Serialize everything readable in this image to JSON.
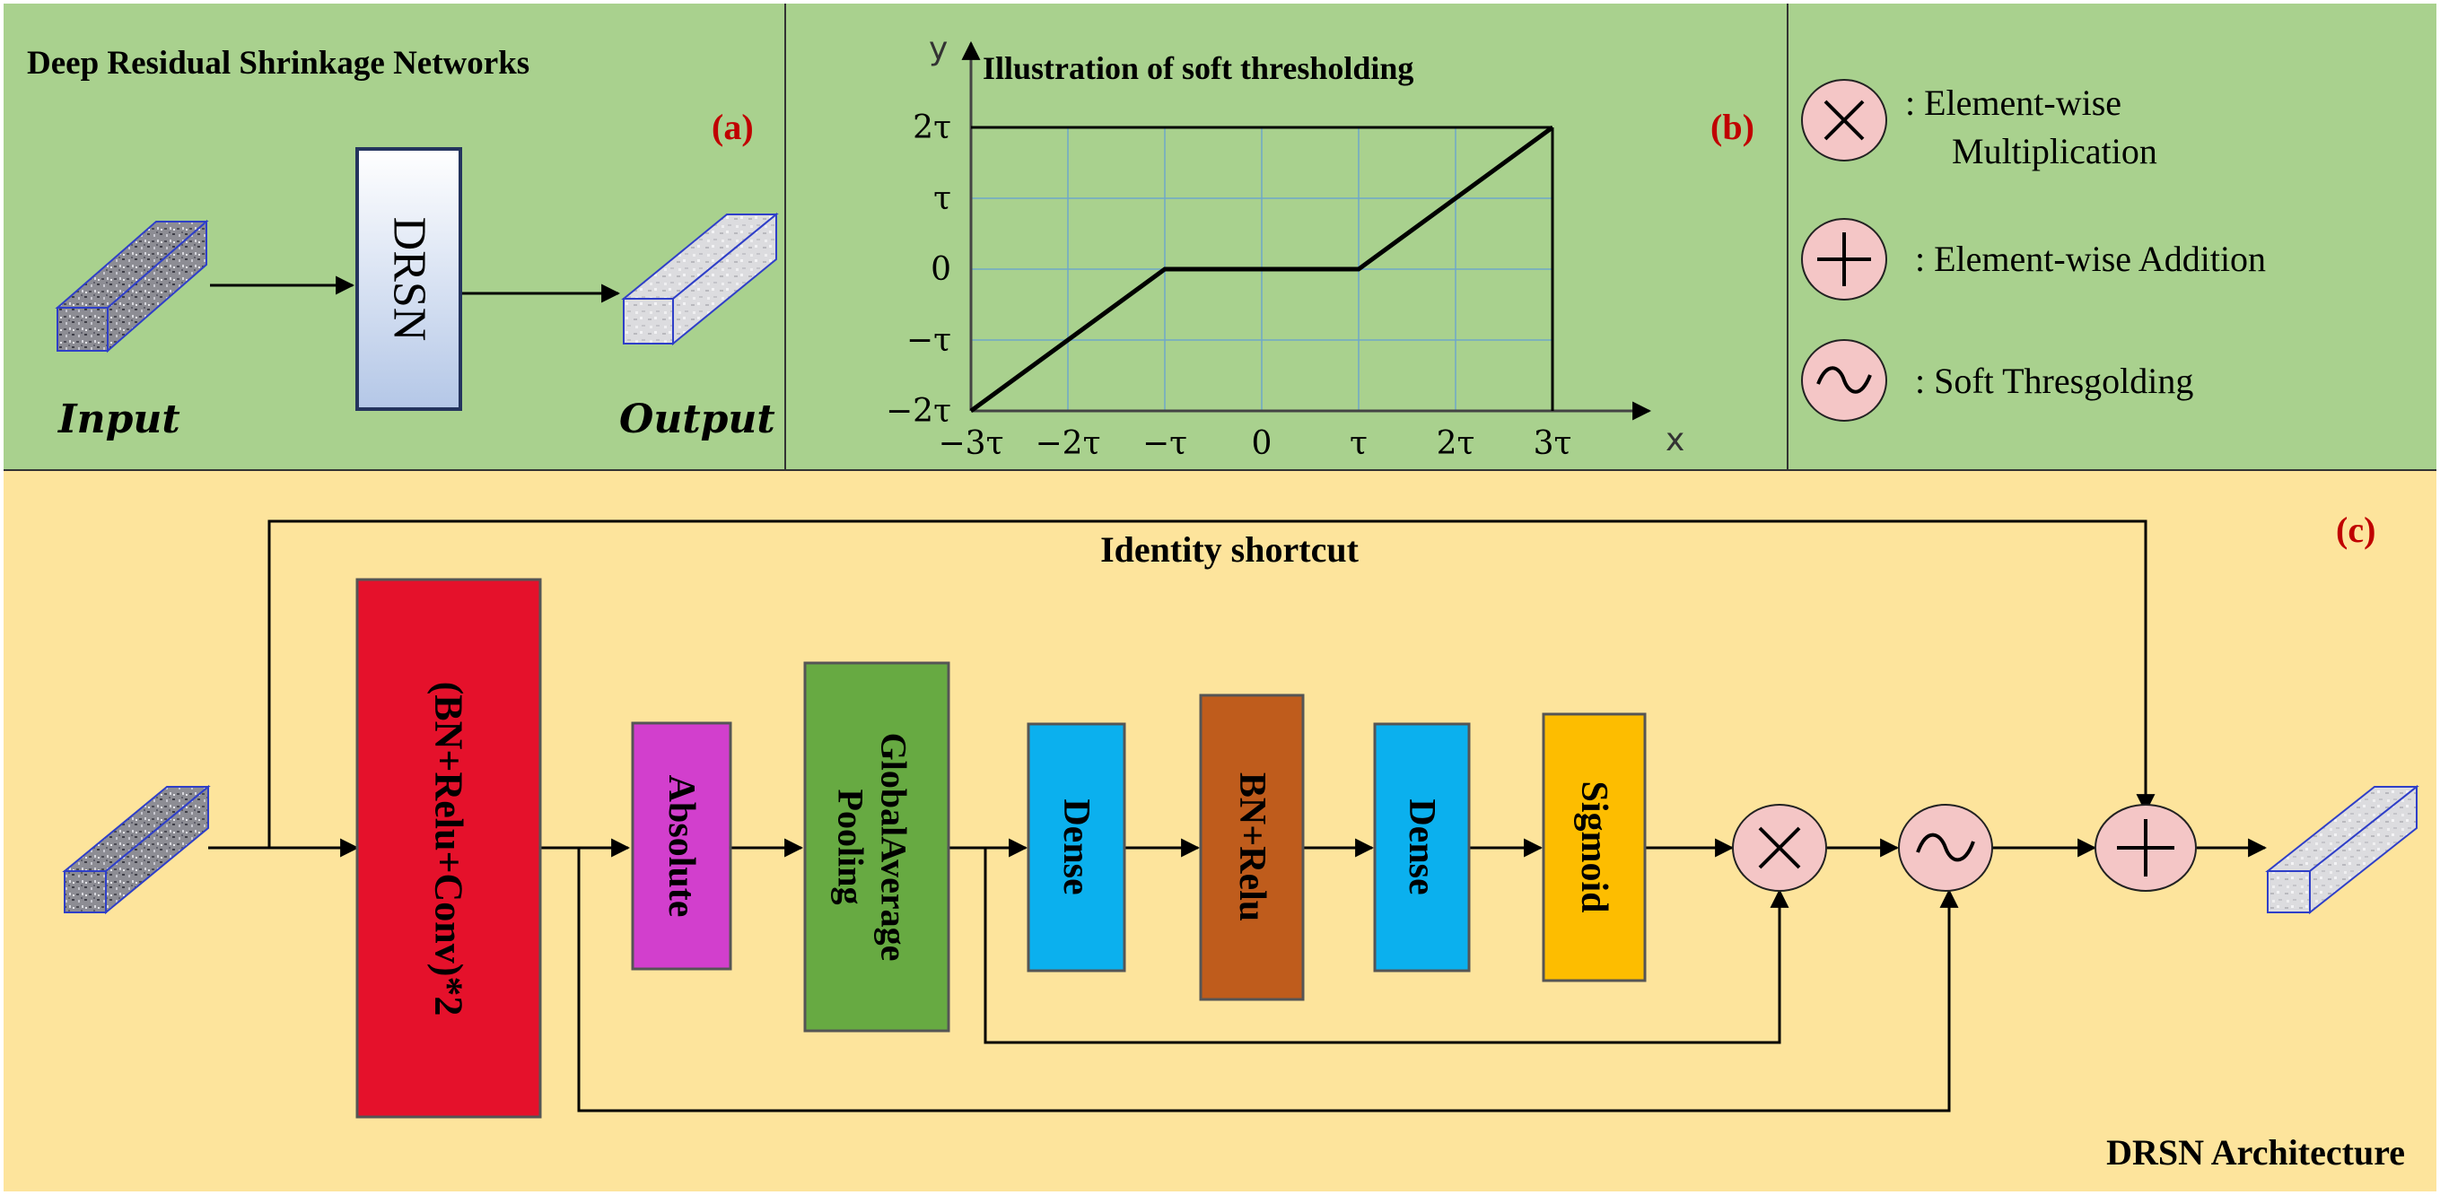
{
  "panel_a": {
    "title": "Deep Residual Shrinkage Networks",
    "tag": "(a)",
    "block_label": "DRSN",
    "input_label": "Input",
    "output_label": "Output"
  },
  "panel_b": {
    "tag": "(b)",
    "chart_data": {
      "type": "line",
      "title": "Illustration of soft thresholding",
      "xlabel": "x",
      "ylabel": "y",
      "x_ticks": [
        "−3τ",
        "−2τ",
        "−τ",
        "0",
        "τ",
        "2τ",
        "3τ"
      ],
      "y_ticks": [
        "−2τ",
        "−τ",
        "0",
        "τ",
        "2τ"
      ],
      "xlim": [
        -3,
        3
      ],
      "ylim": [
        -2,
        2
      ],
      "units": "τ",
      "grid": true,
      "series": [
        {
          "x": [
            -3,
            -1,
            1,
            3
          ],
          "y": [
            -2,
            0,
            0,
            2
          ]
        }
      ],
      "guides": [
        {
          "x": [
            -3,
            3
          ],
          "y": [
            2,
            2
          ]
        },
        {
          "x": [
            3,
            3
          ],
          "y": [
            -2,
            2
          ]
        }
      ]
    }
  },
  "legend": {
    "items": [
      {
        "symbol": "multiply",
        "text_lines": [
          ":  Element-wise",
          "Multiplication"
        ]
      },
      {
        "symbol": "add",
        "text_lines": [
          ": Element-wise Addition"
        ]
      },
      {
        "symbol": "soft-threshold",
        "text_lines": [
          ": Soft Thresgolding"
        ]
      }
    ]
  },
  "panel_c": {
    "tag": "(c)",
    "shortcut_label": "Identity shortcut",
    "arch_label": "DRSN  Architecture",
    "blocks": [
      {
        "id": "bn-relu-conv",
        "label": "(BN+Relu+Conv)*2",
        "color": "#e5112b"
      },
      {
        "id": "absolute",
        "label": "Absolute",
        "color": "#d23fcd"
      },
      {
        "id": "gap",
        "label_lines": [
          "GlobalAverage",
          "Pooling"
        ],
        "color": "#67aa42"
      },
      {
        "id": "dense-1",
        "label": "Dense",
        "color": "#0bb0ee"
      },
      {
        "id": "bn-relu",
        "label": "BN+Relu",
        "color": "#bf5c1c"
      },
      {
        "id": "dense-2",
        "label": "Dense",
        "color": "#0bb0ee"
      },
      {
        "id": "sigmoid",
        "label": "Sigmoid",
        "color": "#fdbd00"
      }
    ]
  },
  "colors": {
    "panel_top": "#a9d18e",
    "panel_bottom": "#fde49c",
    "tag_red": "#c00000",
    "op_circle": "#f4c6c6",
    "drsn_block_top": "#ffffff",
    "drsn_block_bottom": "#b4c7e7"
  }
}
